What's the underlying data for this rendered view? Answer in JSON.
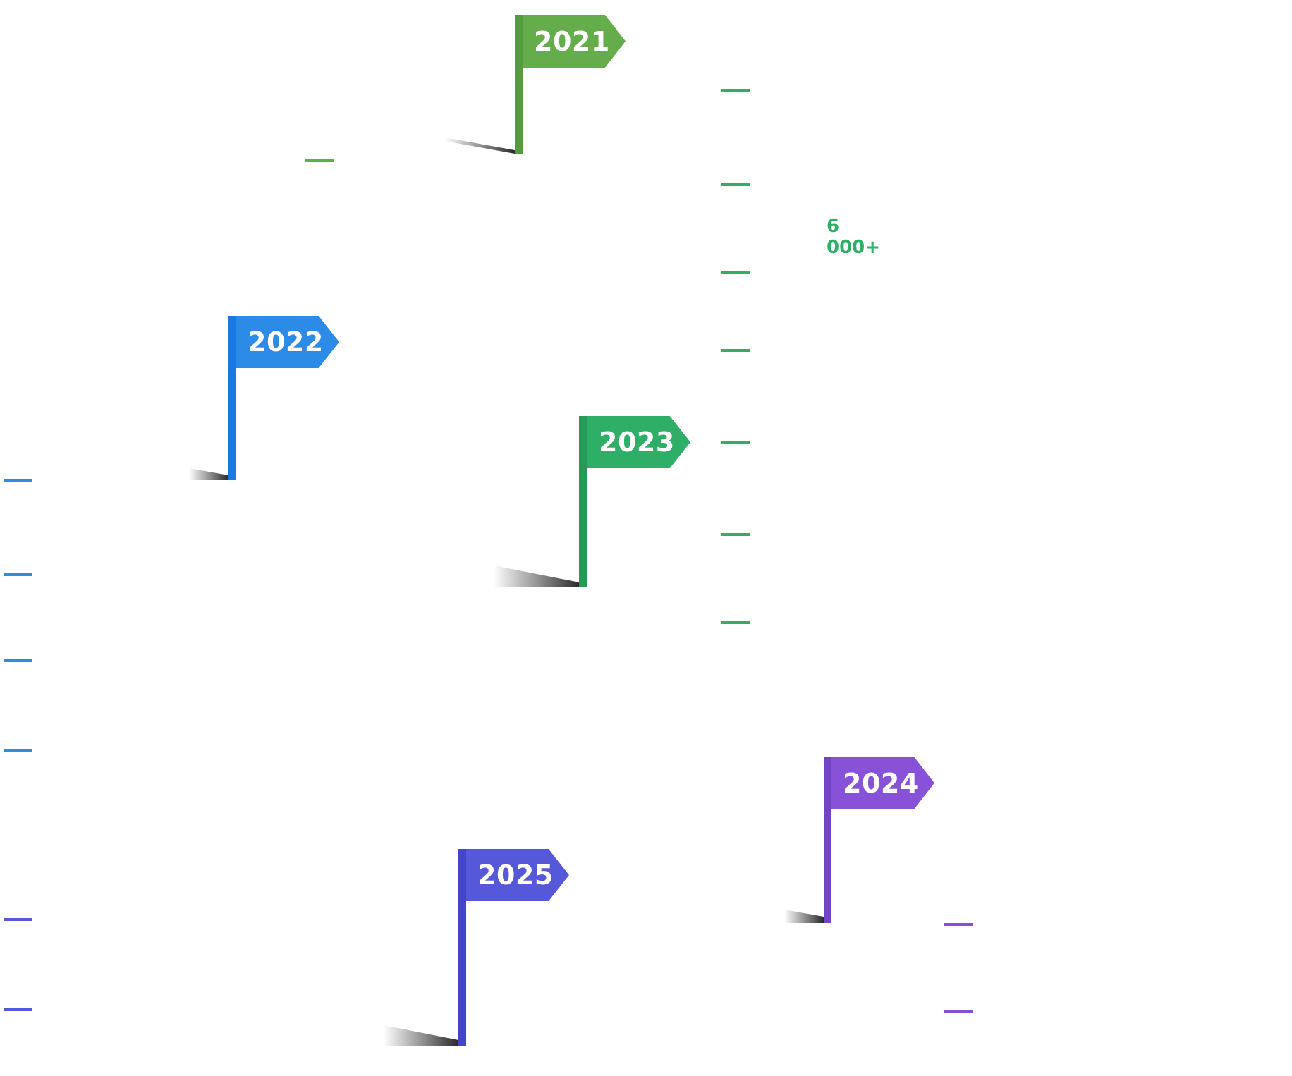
{
  "timeline": {
    "milestones": [
      {
        "year": "2021",
        "color": "#65ad4a",
        "pole_color": "#569b39",
        "bullet_count": 1
      },
      {
        "year": "2022",
        "color": "#2d8be8",
        "pole_color": "#1a79e0",
        "bullet_count": 4
      },
      {
        "year": "2023",
        "color": "#2fae67",
        "pole_color": "#239a55",
        "bullet_count": 7,
        "stat": "6 000+"
      },
      {
        "year": "2024",
        "color": "#8752d8",
        "pole_color": "#7444c6",
        "bullet_count": 2
      },
      {
        "year": "2025",
        "color": "#5558d9",
        "pole_color": "#4446c6",
        "bullet_count": 2
      }
    ]
  }
}
